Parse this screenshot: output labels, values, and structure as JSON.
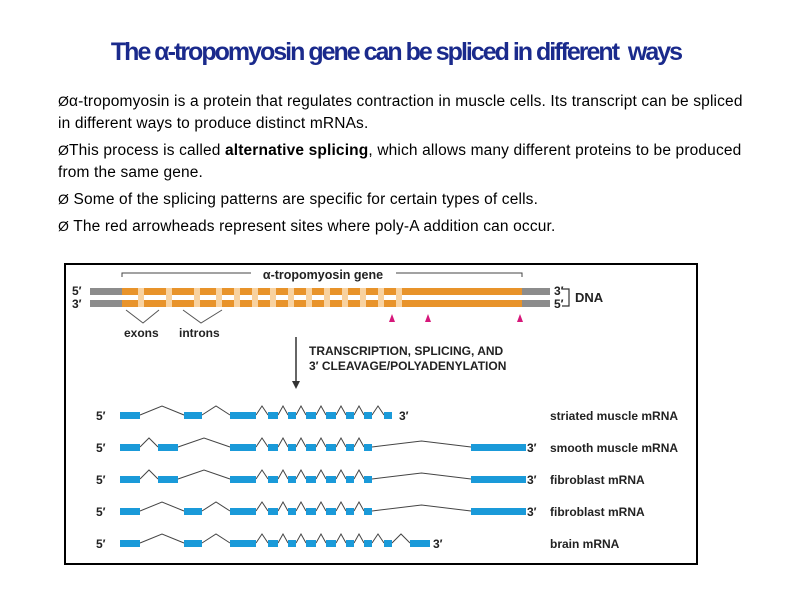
{
  "title": "The α-tropomyosin gene can be spliced in different  ways",
  "bullets": [
    {
      "arrow": "Ø",
      "parts": [
        {
          "text": "α-tropomyosin is a protein that regulates contraction in muscle cells. Its transcript can be spliced in different ways to produce distinct mRNAs.",
          "bold": false
        }
      ]
    },
    {
      "arrow": "Ø",
      "parts": [
        {
          "text": "This process is called ",
          "bold": false
        },
        {
          "text": "alternative splicing",
          "bold": true
        },
        {
          "text": ", which allows many different proteins to be produced from the same gene.",
          "bold": false
        }
      ]
    },
    {
      "arrow": "Ø",
      "parts": [
        {
          "text": " Some of the splicing patterns are specific for certain types of cells.",
          "bold": false
        }
      ]
    },
    {
      "arrow": "Ø",
      "parts": [
        {
          "text": " The red arrowheads represent sites where poly-A addition can occur.",
          "bold": false
        }
      ]
    }
  ],
  "figure": {
    "gene_label": "α-tropomyosin gene",
    "five_prime": "5′",
    "three_prime": "3′",
    "dna_label": "DNA",
    "exons_label": "exons",
    "introns_label": "introns",
    "process_line1": "TRANSCRIPTION, SPLICING, AND",
    "process_line2": "3′ CLEAVAGE/POLYADENYLATION",
    "mrnas": [
      {
        "label": "striated muscle mRNA"
      },
      {
        "label": "smooth muscle mRNA"
      },
      {
        "label": "fibroblast mRNA"
      },
      {
        "label": "fibroblast mRNA"
      },
      {
        "label": "brain mRNA"
      }
    ],
    "colors": {
      "exon": "#1a9ad9",
      "gene": "#e8932a",
      "flank": "#8c8c8c",
      "polyA": "#d6177a"
    }
  }
}
